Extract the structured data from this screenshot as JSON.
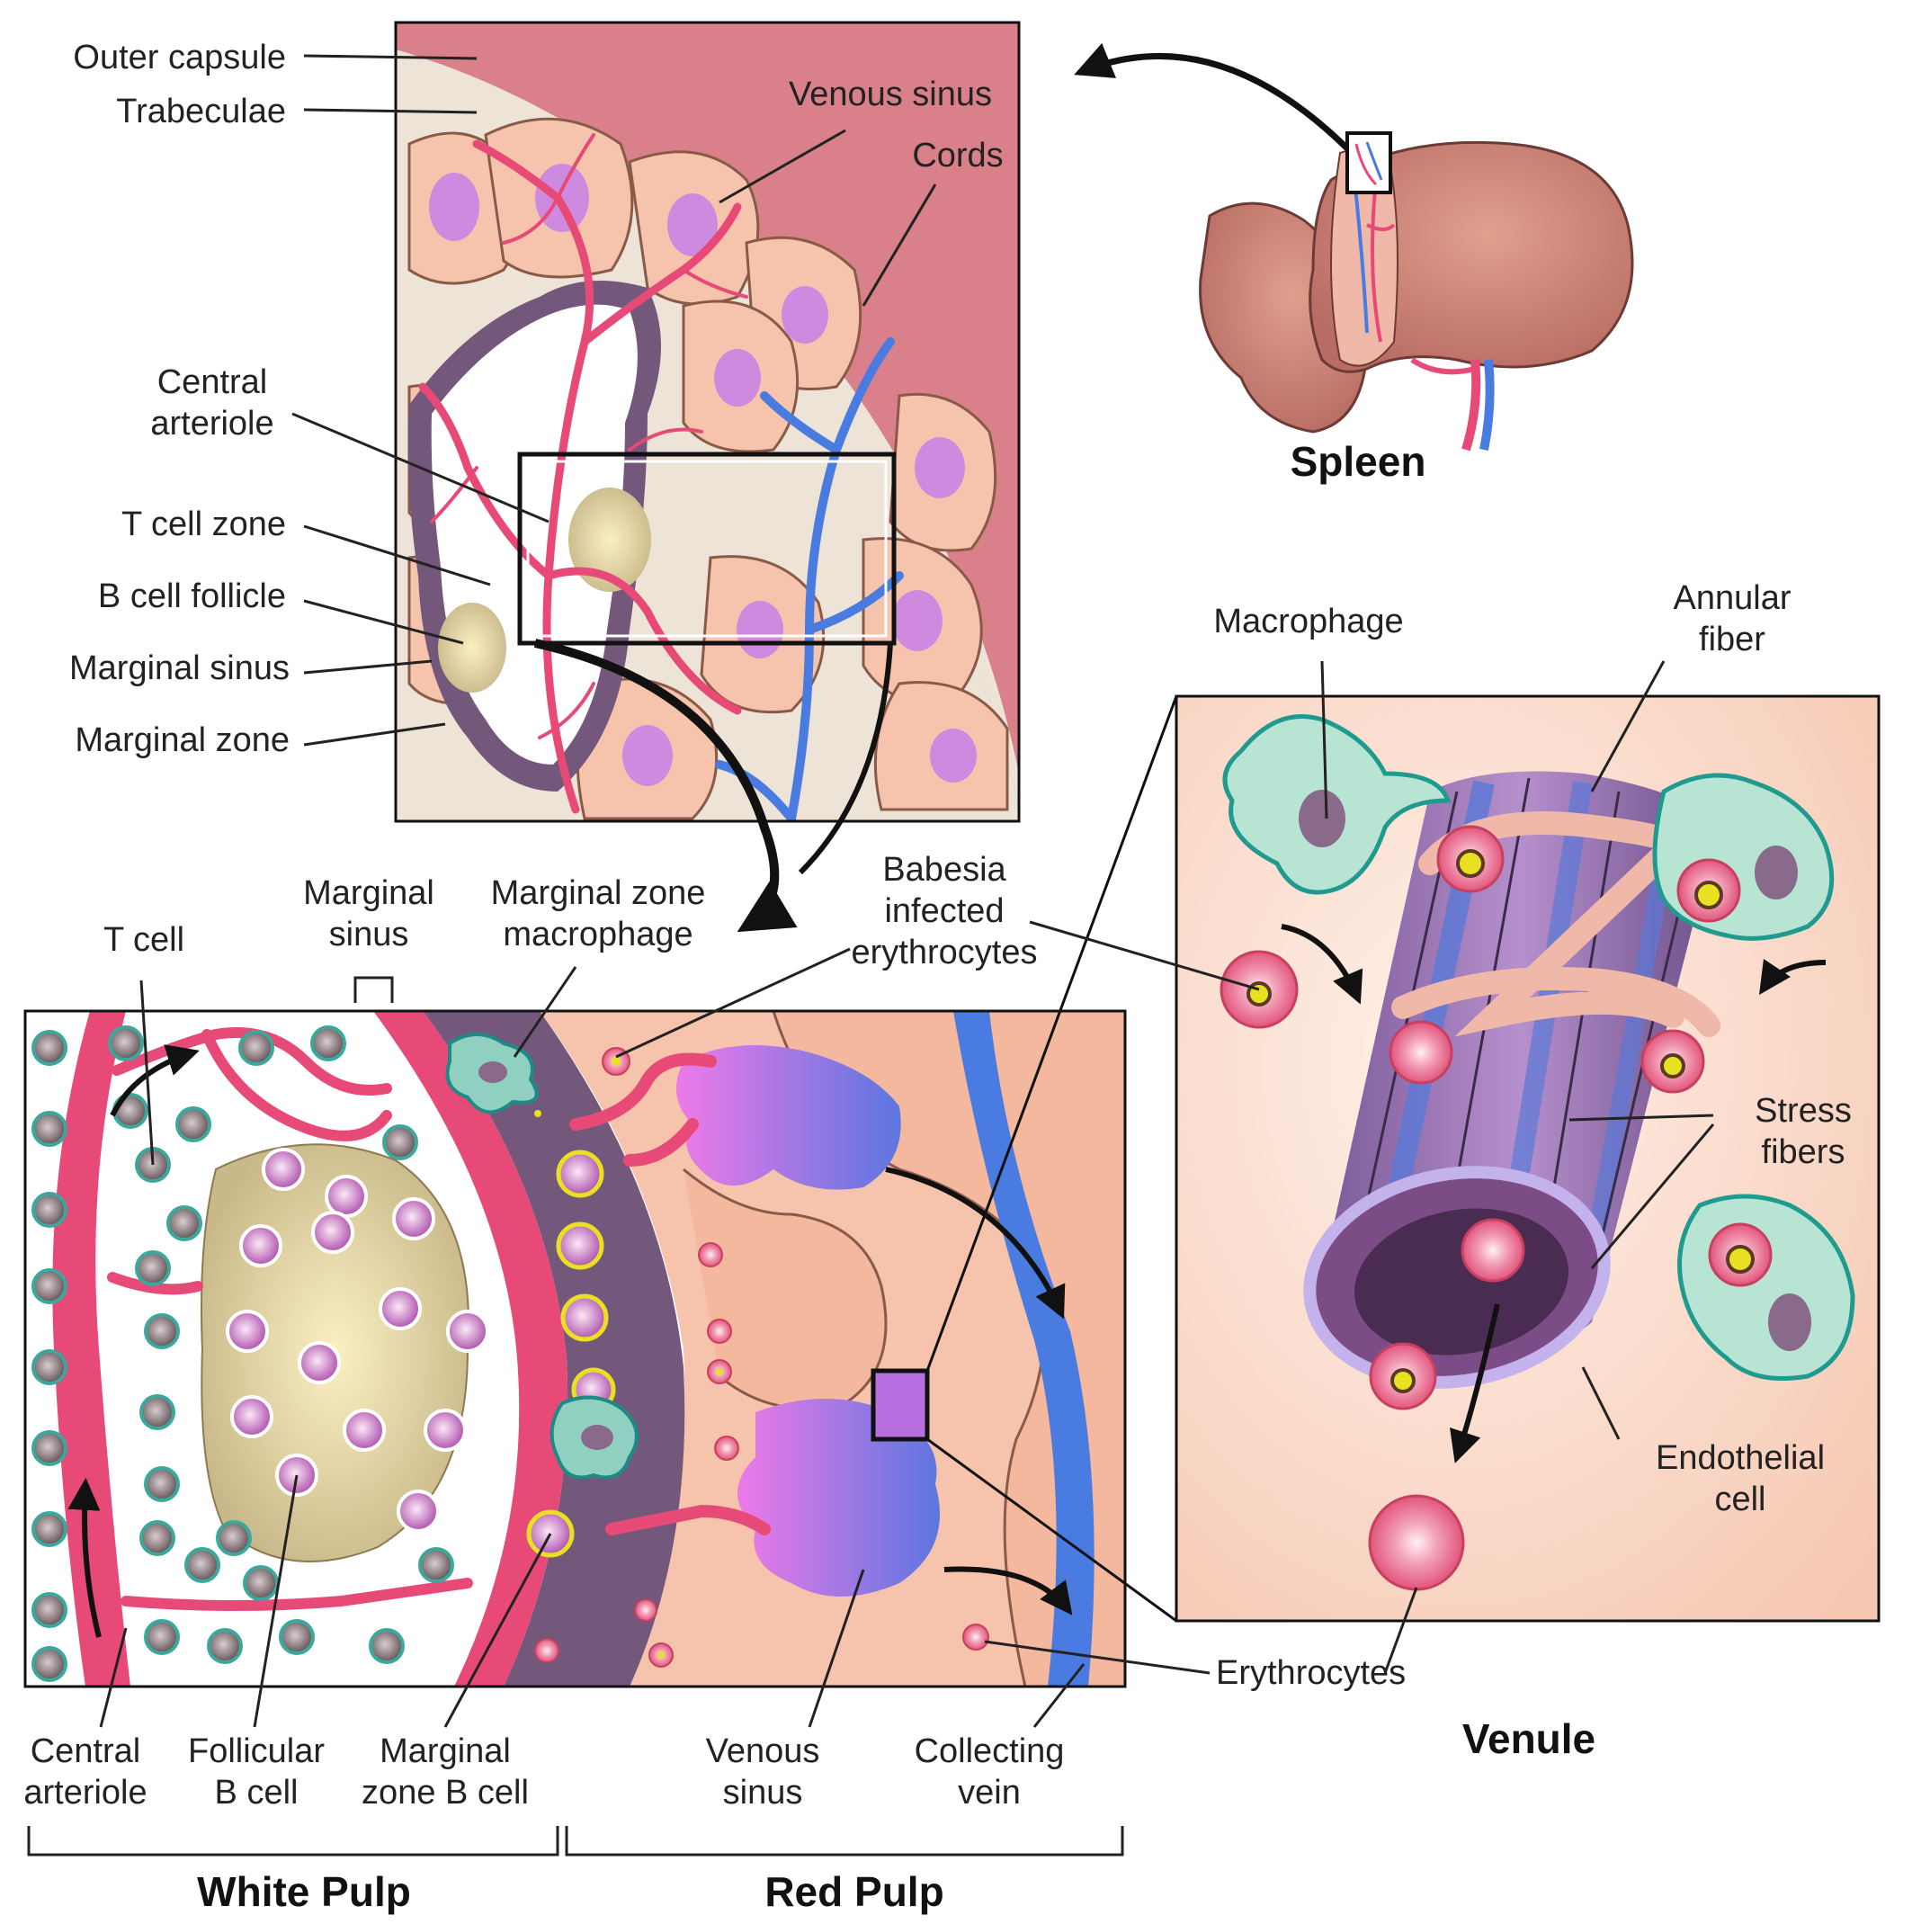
{
  "colors": {
    "pink": "#e84a77",
    "blue": "#4a7be0",
    "tissue": "#f6c4ad",
    "capsule": "#d9808a",
    "trabecula": "#ede3d6",
    "margin": "#74587c",
    "follicle": "#e8dca6",
    "venule": "#9a6fb0"
  },
  "labels": {
    "outer_capsule": "Outer capsule",
    "trabeculae": "Trabeculae",
    "venous_sinus_top": "Venous sinus",
    "cords": "Cords",
    "central_arteriole_top": "Central\narteriole",
    "t_cell_zone": "T cell zone",
    "b_cell_follicle": "B cell follicle",
    "marginal_sinus_left": "Marginal sinus",
    "marginal_zone": "Marginal zone",
    "spleen": "Spleen",
    "macrophage": "Macrophage",
    "annular_fiber": "Annular\nfiber",
    "t_cell": "T cell",
    "marginal_sinus_mid": "Marginal\nsinus",
    "mz_macrophage": "Marginal zone\nmacrophage",
    "babesia": "Babesia\ninfected\nerythrocytes",
    "stress_fibers": "Stress\nfibers",
    "endothelial_cell": "Endothelial\ncell",
    "erythrocytes": "Erythrocytes",
    "venule": "Venule",
    "central_arteriole_bottom": "Central\narteriole",
    "follicular_b_cell": "Follicular\nB cell",
    "mz_b_cell": "Marginal\nzone B cell",
    "venous_sinus_bottom": "Venous\nsinus",
    "collecting_vein": "Collecting\nvein",
    "white_pulp": "White Pulp",
    "red_pulp": "Red Pulp"
  }
}
